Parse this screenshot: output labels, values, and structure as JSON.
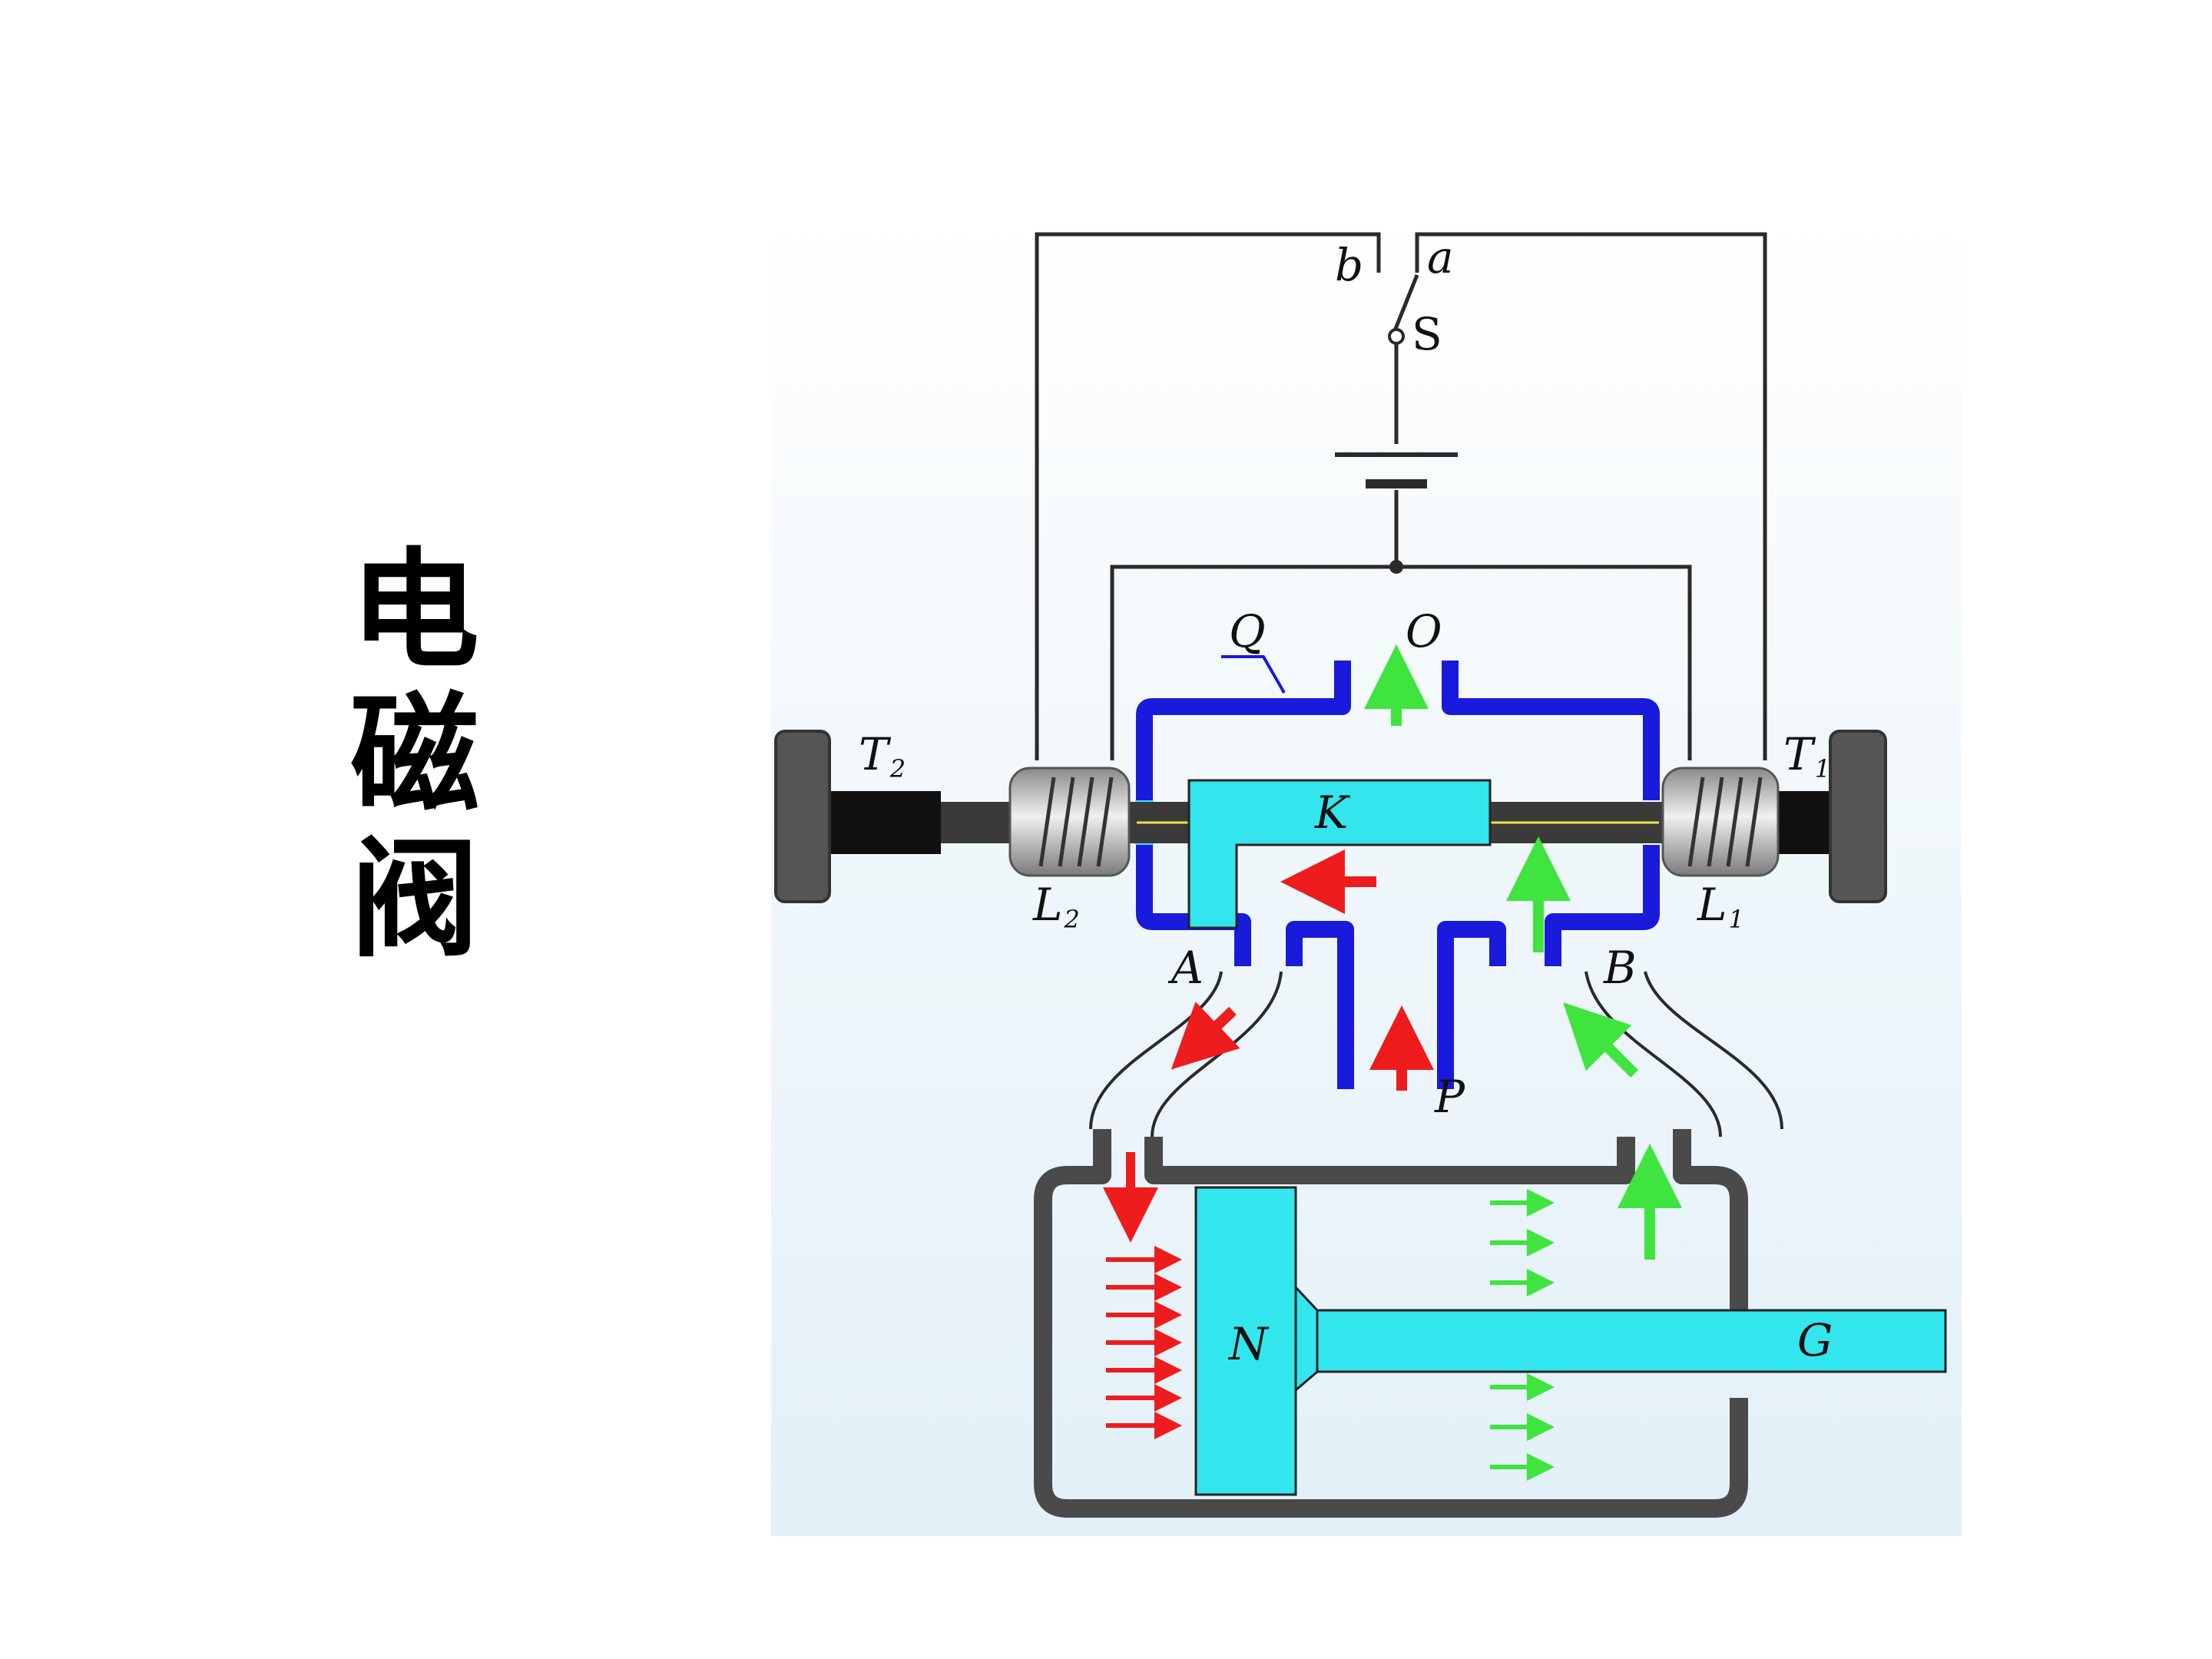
{
  "title": "电\n磁\n阀",
  "labels": {
    "b": "b",
    "a": "a",
    "S": "S",
    "Q": "Q",
    "O": "O",
    "K": "K",
    "T2": "T",
    "T2_sub": "2",
    "T1": "T",
    "T1_sub": "1",
    "L2": "L",
    "L2_sub": "2",
    "L1": "L",
    "L1_sub": "1",
    "A": "A",
    "B": "B",
    "P": "P",
    "N": "N",
    "G": "G"
  },
  "colors": {
    "valve_body": "#1a1adc",
    "piston": "#33e6ee",
    "cylinder": "#4a4a4a",
    "flow_left": "#ee1c1c",
    "flow_right": "#3fe43f",
    "wire": "#2a2a2a",
    "background_top": "#ffffff",
    "background_bottom": "#e3f0f8"
  }
}
